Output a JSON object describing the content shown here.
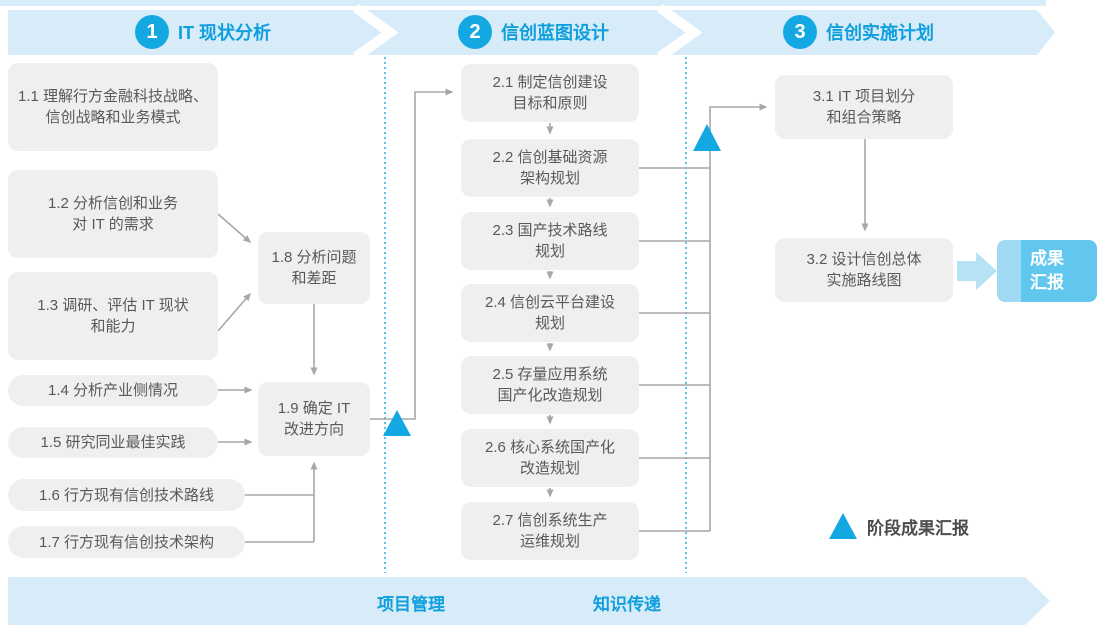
{
  "phases": [
    {
      "number": "1",
      "title": "IT 现状分析"
    },
    {
      "number": "2",
      "title": "信创蓝图设计"
    },
    {
      "number": "3",
      "title": "信创实施计划"
    }
  ],
  "steps": {
    "s1_1": {
      "lines": [
        "1.1 理解行方金融科技战略、",
        "信创战略和业务模式"
      ]
    },
    "s1_2": {
      "lines": [
        "1.2 分析信创和业务",
        "对 IT 的需求"
      ]
    },
    "s1_3": {
      "lines": [
        "1.3 调研、评估 IT 现状",
        "和能力"
      ]
    },
    "s1_4": {
      "lines": [
        "1.4 分析产业侧情况"
      ]
    },
    "s1_5": {
      "lines": [
        "1.5 研究同业最佳实践"
      ]
    },
    "s1_6": {
      "lines": [
        "1.6 行方现有信创技术路线"
      ]
    },
    "s1_7": {
      "lines": [
        "1.7 行方现有信创技术架构"
      ]
    },
    "s1_8": {
      "lines": [
        "1.8 分析问题",
        "和差距"
      ]
    },
    "s1_9": {
      "lines": [
        "1.9 确定 IT",
        "改进方向"
      ]
    },
    "s2_1": {
      "lines": [
        "2.1 制定信创建设",
        "目标和原则"
      ]
    },
    "s2_2": {
      "lines": [
        "2.2 信创基础资源",
        "架构规划"
      ]
    },
    "s2_3": {
      "lines": [
        "2.3 国产技术路线",
        "规划"
      ]
    },
    "s2_4": {
      "lines": [
        "2.4 信创云平台建设",
        "规划"
      ]
    },
    "s2_5": {
      "lines": [
        "2.5 存量应用系统",
        "国产化改造规划"
      ]
    },
    "s2_6": {
      "lines": [
        "2.6 核心系统国产化",
        "改造规划"
      ]
    },
    "s2_7": {
      "lines": [
        "2.7 信创系统生产",
        "运维规划"
      ]
    },
    "s3_1": {
      "lines": [
        "3.1 IT 项目划分",
        "和组合策略"
      ]
    },
    "s3_2": {
      "lines": [
        "3.2 设计信创总体",
        "实施路线图"
      ]
    }
  },
  "result": {
    "lines": [
      "成果",
      "汇报"
    ]
  },
  "legend": {
    "label": "阶段成果汇报"
  },
  "footer": {
    "items": [
      {
        "label": "项目管理"
      },
      {
        "label": "知识传递"
      }
    ]
  },
  "colors": {
    "band": "#d7ebf9",
    "accent_blue": "#14a8e2",
    "header_text": "#0e9fdc",
    "box_bg": "#efeff0",
    "box_text": "#58595b",
    "connector": "#a7a7a8",
    "dotted_line": "#2fb0e5",
    "result_bg": "#62c7ee",
    "result_strip": "#9fd9f3",
    "fat_arrow": "#b7e2f6"
  }
}
